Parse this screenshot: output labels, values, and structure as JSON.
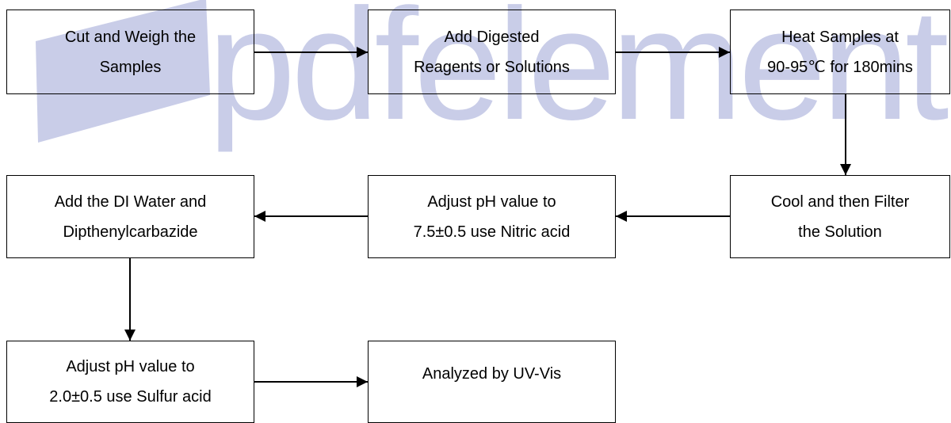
{
  "watermark": {
    "text": "pdfelement",
    "color": "#c9cde8"
  },
  "steps": [
    {
      "id": "cut-weigh",
      "lines": [
        "Cut and Weigh the",
        "Samples"
      ]
    },
    {
      "id": "add-reagents",
      "lines": [
        "Add Digested",
        "Reagents or Solutions"
      ]
    },
    {
      "id": "heat",
      "lines": [
        "Heat Samples at",
        "90-95℃  for 180mins"
      ]
    },
    {
      "id": "cool-filter",
      "lines": [
        "Cool and then Filter",
        "the Solution"
      ]
    },
    {
      "id": "adjust-ph-nitric",
      "lines": [
        "Adjust pH value to",
        "7.5±0.5 use Nitric acid"
      ]
    },
    {
      "id": "add-di-water",
      "lines": [
        "Add the DI Water and",
        "Dipthenylcarbazide"
      ]
    },
    {
      "id": "adjust-ph-sulfur",
      "lines": [
        "Adjust pH value to",
        "2.0±0.5 use Sulfur acid"
      ]
    },
    {
      "id": "analyze",
      "lines": [
        "Analyzed by UV-Vis"
      ]
    }
  ],
  "flow": [
    [
      "cut-weigh",
      "add-reagents"
    ],
    [
      "add-reagents",
      "heat"
    ],
    [
      "heat",
      "cool-filter"
    ],
    [
      "cool-filter",
      "adjust-ph-nitric"
    ],
    [
      "adjust-ph-nitric",
      "add-di-water"
    ],
    [
      "add-di-water",
      "adjust-ph-sulfur"
    ],
    [
      "adjust-ph-sulfur",
      "analyze"
    ]
  ]
}
